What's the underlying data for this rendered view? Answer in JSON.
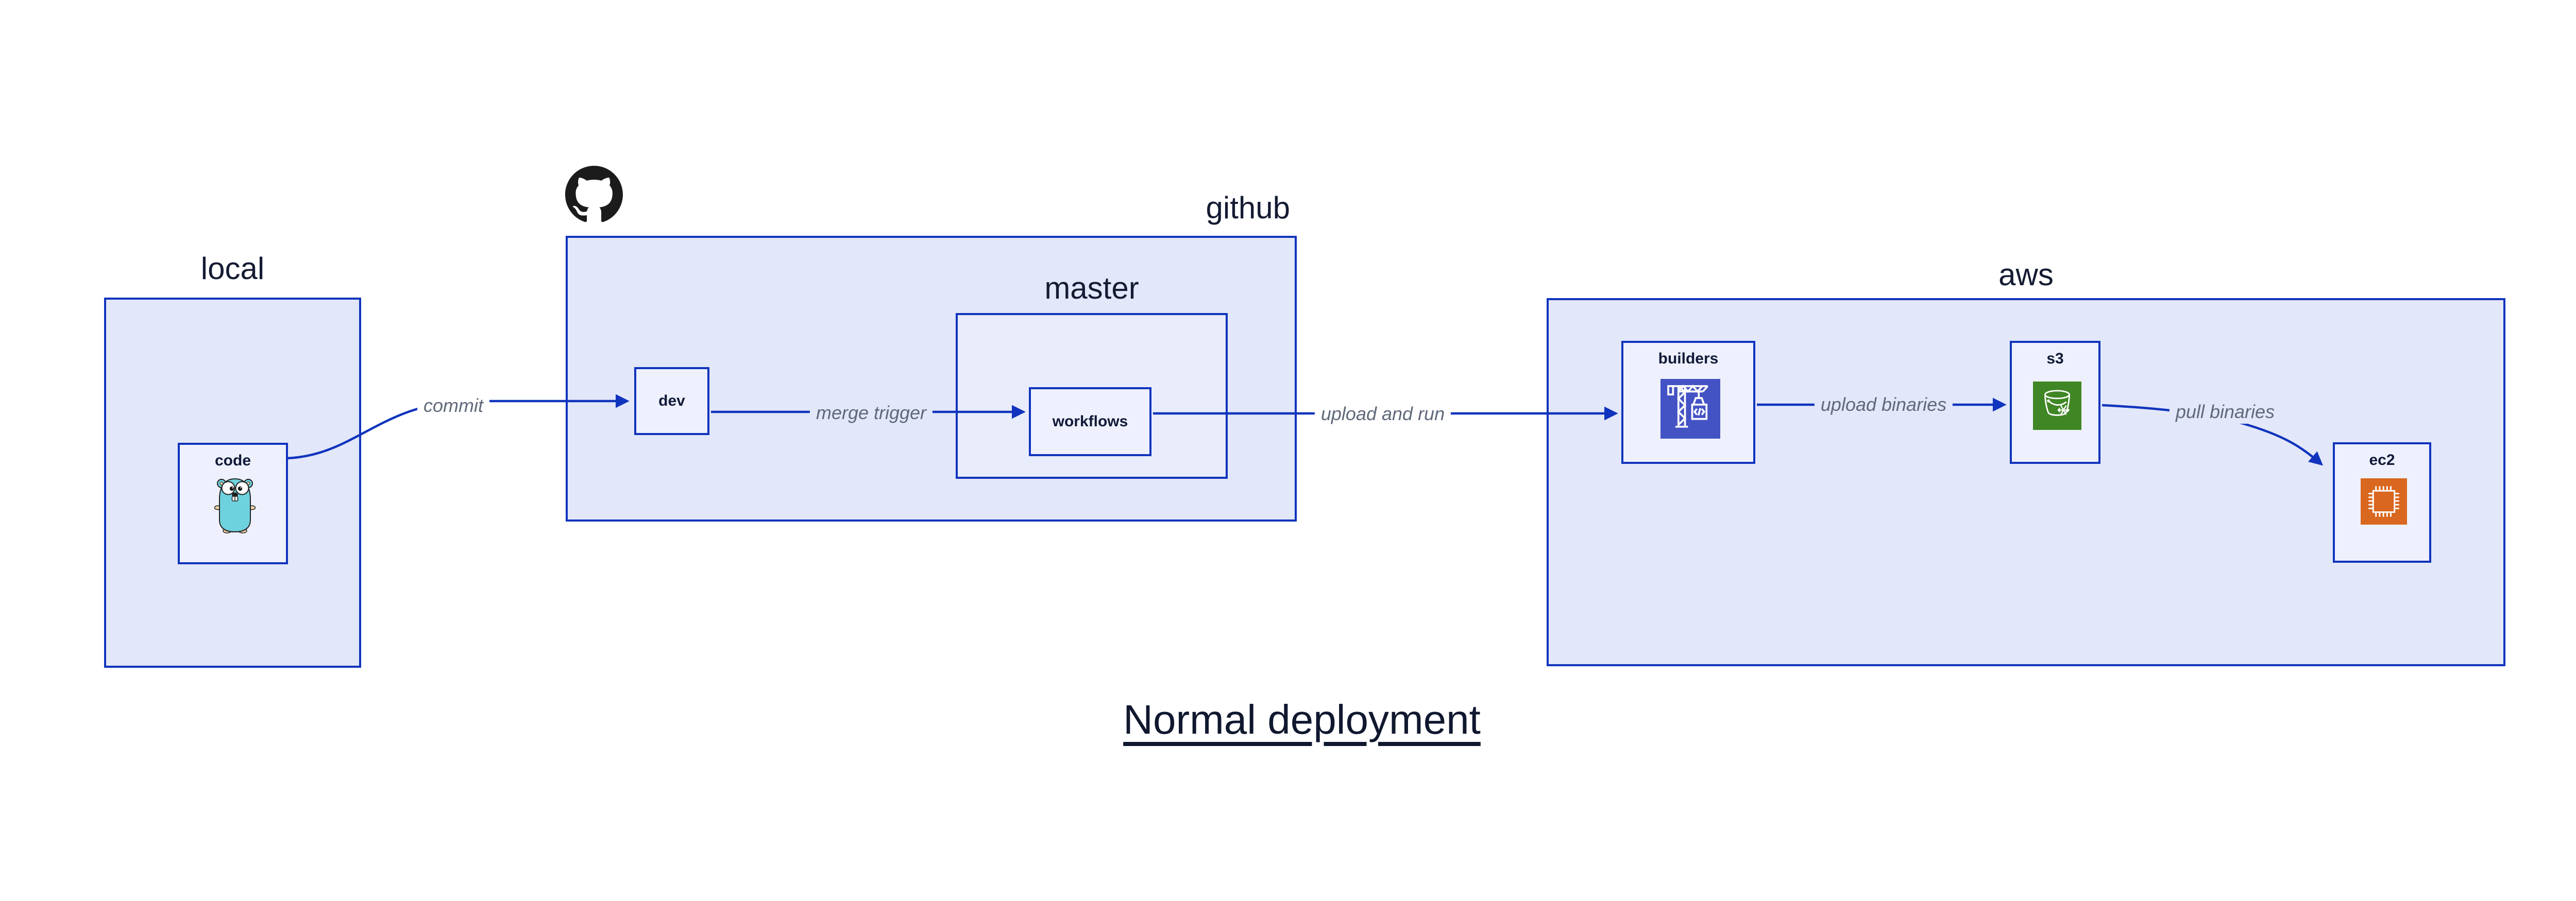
{
  "title": {
    "text": "Normal deployment"
  },
  "groups": {
    "local": {
      "label": "local"
    },
    "github": {
      "label": "github",
      "logo_icon": "github-octocat-icon"
    },
    "master": {
      "label": "master"
    },
    "aws": {
      "label": "aws"
    }
  },
  "nodes": {
    "code": {
      "label": "code",
      "icon": "go-gopher-icon"
    },
    "dev": {
      "label": "dev"
    },
    "workflows": {
      "label": "workflows"
    },
    "builders": {
      "label": "builders",
      "icon": "aws-codebuild-crane-icon"
    },
    "s3": {
      "label": "s3",
      "icon": "aws-s3-bucket-snowflake-icon"
    },
    "ec2": {
      "label": "ec2",
      "icon": "aws-ec2-chip-icon"
    }
  },
  "edges": {
    "commit": {
      "label": "commit",
      "from": "code",
      "to": "dev"
    },
    "merge_trigger": {
      "label": "merge trigger",
      "from": "dev",
      "to": "workflows"
    },
    "upload_and_run": {
      "label": "upload and run",
      "from": "workflows",
      "to": "builders"
    },
    "upload_binaries": {
      "label": "upload binaries",
      "from": "builders",
      "to": "s3"
    },
    "pull_binaries": {
      "label": "pull binaries",
      "from": "s3",
      "to": "ec2"
    }
  },
  "colors": {
    "line_and_border": "#1034bd",
    "container_fill": "#e2e7f9",
    "master_fill": "#e8ecfb",
    "node_fill": "#eef1fd",
    "dark_text": "#141b33",
    "edge_label_text": "#60697b",
    "codebuild_icon_bg": "#4453c4",
    "s3_icon_bg": "#3f8624",
    "ec2_icon_bg": "#d9671f",
    "gopher_body": "#6ed2de",
    "octocat": "#1b1b1b"
  }
}
